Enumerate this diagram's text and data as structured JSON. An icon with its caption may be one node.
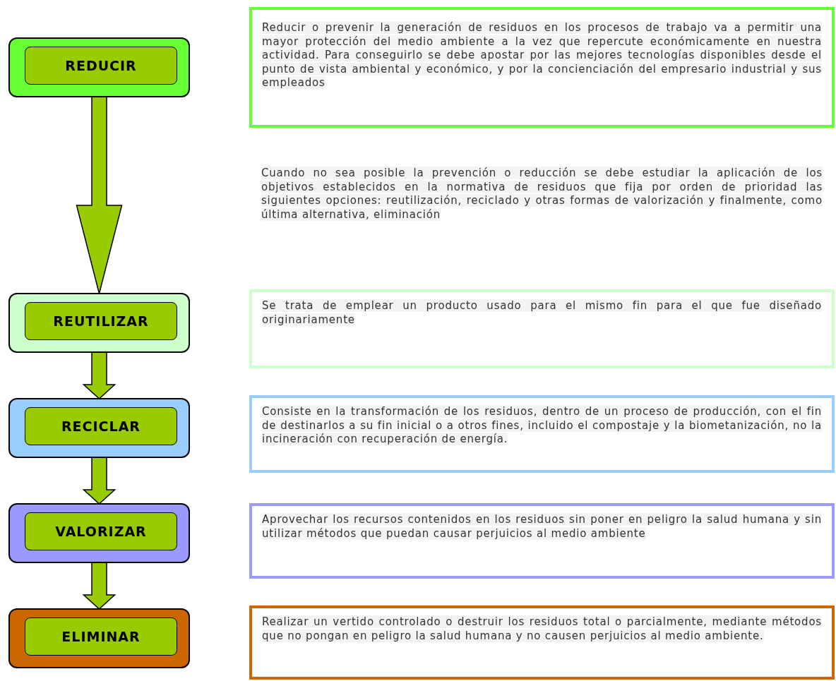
{
  "diagram": {
    "nodes": [
      {
        "text": [],
        "shape": "box"
      },
      {
        "text": [
          "REDUCIR"
        ],
        "in": 0
      },
      {
        "text": [
          "Reducir o prevenir la generación de residuos en los procesos de trabajo va a permitir una mayor protección del medio ambiente a la vez que repercute económicamente en nuestra actividad. Para conseguirlo se debe apostar por las mejores tecnologías disponibles desde el punto de vista ambiental y económico, y por la concienciación del empresario industrial y sus empleados"
        ]
      },
      {
        "text": [],
        "shape": "box"
      },
      {
        "text": [
          "REUTILIZAR"
        ],
        "in": 3
      },
      {
        "text": [
          "Se trata de emplear un producto usado para el mismo fin para el que fue diseñado originariamente"
        ]
      },
      {
        "text": [],
        "shape": "box"
      },
      {
        "text": [
          "RECICLAR"
        ],
        "in": 6
      },
      {
        "text": [
          "Consiste en la transformación de los residuos, dentro de un proceso de producción, con el fin de destinarlos a su fin inicial o a otros fines, incluido el compostaje y la biometanización, no la incineración con recuperación de energía."
        ]
      },
      {
        "text": [],
        "shape": "box"
      },
      {
        "text": [
          "VALORIZAR"
        ],
        "in": 9
      },
      {
        "text": [
          "Aprovechar los recursos contenidos en los residuos sin poner en peligro la salud humana y sin utilizar métodos que puedan causar perjuicios al medio ambiente"
        ]
      },
      {
        "text": [],
        "shape": "box"
      },
      {
        "text": [
          "ELIMINAR"
        ],
        "in": 12
      },
      {
        "text": [
          "Realizar un vertido controlado o destruir los residuos total o parcialmente, mediante métodos que no pongan en peligro la salud humana y no causen perjuicios al medio ambiente."
        ]
      }
    ],
    "edges": [
      {
        "from": 0,
        "to": 3,
        "arrow": "to"
      },
      {
        "from": 3,
        "to": 6,
        "arrow": "to"
      },
      {
        "from": 6,
        "to": 9,
        "arrow": "to"
      },
      {
        "from": 9,
        "to": 12,
        "arrow": "to"
      }
    ],
    "labels": [
      "Cuando no sea posible la prevención o reducción se debe estudiar la aplicación de los objetivos establecidos en la normativa de residuos que fija por orden de prioridad las siguientes opciones: reutilización, reciclado y otras formas de valorización y finalmente, como última alternativa, eliminación"
    ]
  }
}
